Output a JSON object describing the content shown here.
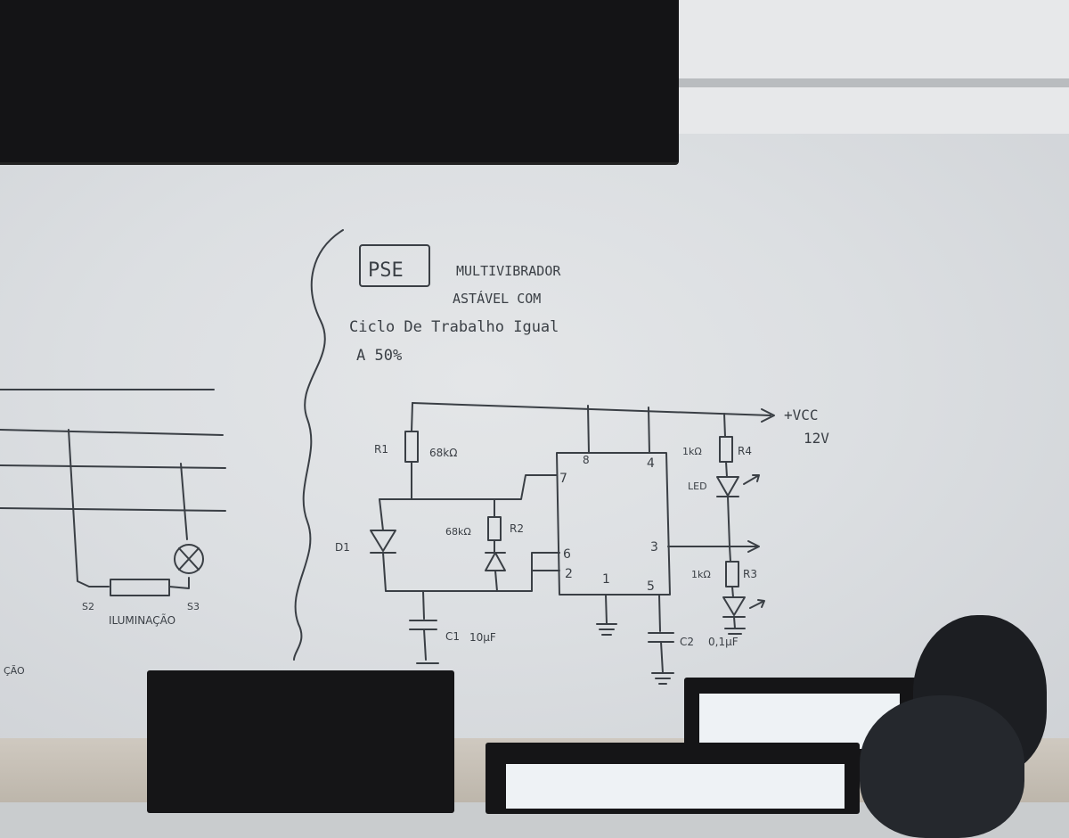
{
  "board": {
    "title_box": "PSE",
    "subtitle_line1": "MULTIVIBRADOR",
    "subtitle_line2": "ASTÁVEL COM",
    "subtitle_line3": "Ciclo De Trabalho Igual",
    "subtitle_line4": "A 50%",
    "supply_label": "+VCC",
    "supply_value": "12V",
    "components": {
      "r1_name": "R1",
      "r1_value": "68kΩ",
      "r2_name": "R2",
      "r2_value": "68kΩ",
      "d1_name": "D1",
      "c1_name": "C1",
      "c1_value": "10µF",
      "c2_name": "C2",
      "c2_value": "0,1µF",
      "r3_name": "R3",
      "r3_value": "1kΩ",
      "r4_name": "R4",
      "r4_value": "1kΩ",
      "led_name": "LED"
    },
    "ic_pins": {
      "p8": "8",
      "p4": "4",
      "p7": "7",
      "p6": "6",
      "p2": "2",
      "p3": "3",
      "p1": "1",
      "p5": "5"
    },
    "left_circuit": {
      "s2": "S2",
      "s3": "S3",
      "label": "ILUMINAÇÃO",
      "edge_fragment": "ÇÃO"
    }
  },
  "icons": {
    "tv": "tv-screen",
    "monitor": "computer-monitor",
    "person": "person-head"
  },
  "colors": {
    "board": "#dcdfe2",
    "ink": "#3a3f45",
    "tv": "#141416",
    "monitor": "#151517"
  }
}
